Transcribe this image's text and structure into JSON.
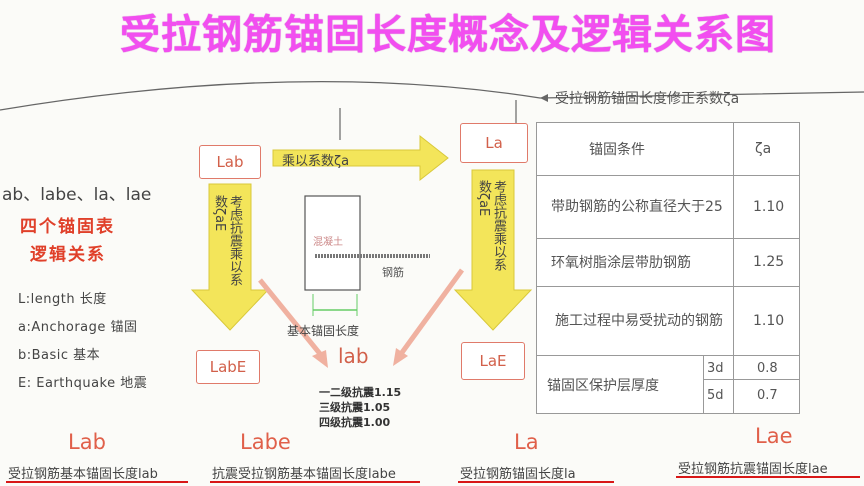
{
  "title": "受拉钢筋锚固长度概念及逻辑关系图",
  "factor_ref": "受拉钢筋锚固长度修正系数ζa",
  "boxes": {
    "lab": "Lab",
    "la": "La",
    "labe": "LabE",
    "lae": "LaE"
  },
  "arrows": {
    "top": "乘以系数ζa",
    "left": "考虑抗震乘以系数ζaE",
    "right": "考虑抗震乘以系数ζaE"
  },
  "left_panel": {
    "abbr_list": "ab、labe、la、lae",
    "heading1": "四个锚固表",
    "heading2": "逻辑关系",
    "legend": [
      "L:length 长度",
      "a:Anchorage 锚固",
      "b:Basic 基本",
      "E: Earthquake 地震"
    ]
  },
  "center": {
    "rebar": "钢筋",
    "concrete": "混凝土",
    "basic_length": "基本锚固长度",
    "lab": "lab",
    "grades": [
      "一二级抗震1.15",
      "三级抗震1.05",
      "四级抗震1.00"
    ]
  },
  "table": {
    "header_condition": "锚固条件",
    "header_factor": "ζa",
    "rows": [
      {
        "condition": "带助钢筋的公称直径大于25",
        "value": "1.10"
      },
      {
        "condition": "环氧树脂涂层带肋钢筋",
        "value": "1.25"
      },
      {
        "condition": "施工过程中易受扰动的钢筋",
        "value": "1.10"
      }
    ],
    "cover_label": "锚固区保护层厚度",
    "cover_rows": [
      {
        "thickness": "3d",
        "value": "0.8"
      },
      {
        "thickness": "5d",
        "value": "0.7"
      }
    ]
  },
  "bottom": [
    {
      "label": "Lab",
      "desc": "受拉钢筋基本锚固长度lab"
    },
    {
      "label": "Labe",
      "desc": "抗震受拉钢筋基本锚固长度labe"
    },
    {
      "label": "La",
      "desc": "受拉钢筋锚固长度la"
    },
    {
      "label": "Lae",
      "desc": "受拉钢筋抗震锚固长度lae"
    }
  ],
  "colors": {
    "title": "#f24ef0",
    "arrow_fill": "#f3e55a",
    "box_text": "#d2604a",
    "underline": "#d81818"
  }
}
